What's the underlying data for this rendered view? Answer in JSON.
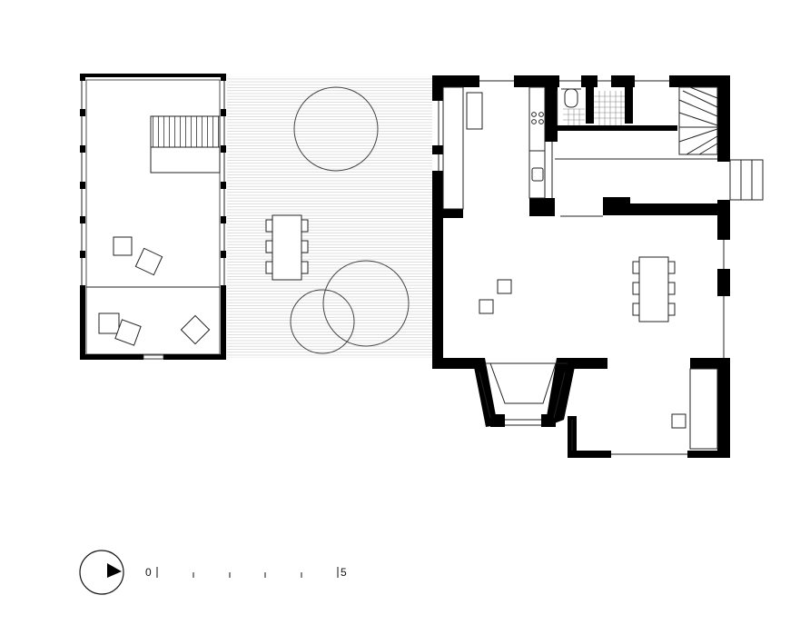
{
  "scale_bar": {
    "start_label": "0",
    "end_label": "5",
    "ticks": [
      0,
      1,
      2,
      3,
      4,
      5
    ]
  },
  "north_arrow": {
    "icon": "north-arrow-icon"
  },
  "colors": {
    "ink": "#000000",
    "thin_line": "#333333",
    "hatch": "#cfcfcf",
    "background": "#ffffff"
  }
}
